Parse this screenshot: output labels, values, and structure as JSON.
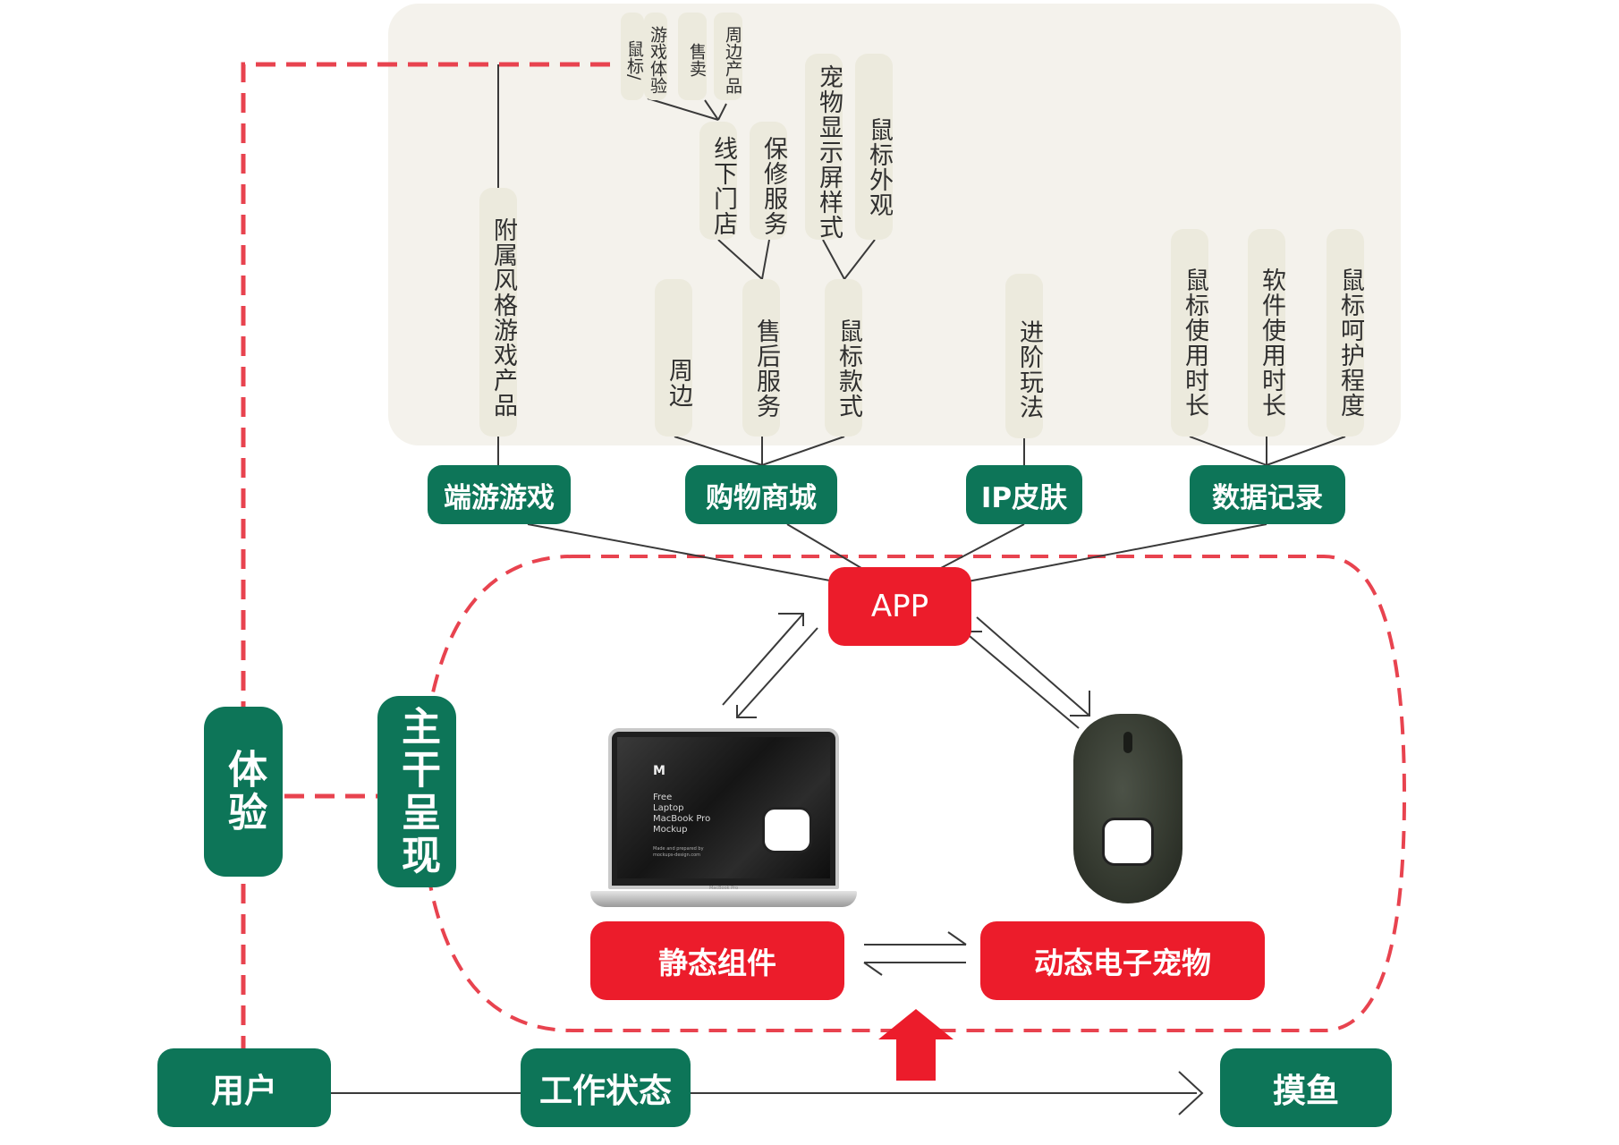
{
  "top_panel": {
    "leaf_labels": {
      "mouse_slash": "鼠标/",
      "game_experience": "游戏体验",
      "sale": "售卖",
      "merch_products": "周边产品",
      "offline_store": "线下门店",
      "warranty_service": "保修服务",
      "pet_display_style": "宠物显示屏样式",
      "mouse_appearance": "鼠标外观",
      "affiliated_game_products": "附属风格游戏产品",
      "merch": "周边",
      "after_sales_service": "售后服务",
      "mouse_models": "鼠标款式",
      "advanced_play": "进阶玩法",
      "mouse_usage_time": "鼠标使用时长",
      "software_usage_time": "软件使用时长",
      "mouse_care_level": "鼠标呵护程度"
    }
  },
  "categories": {
    "client_game": "端游游戏",
    "shopping_mall": "购物商城",
    "ip_skin": "IP皮肤",
    "data_record": "数据记录"
  },
  "core": {
    "app": "APP",
    "static_widget": "静态组件",
    "dynamic_pet": "动态电子宠物"
  },
  "side": {
    "experience": "体验",
    "trunk_presentation": "主干呈现"
  },
  "bottom": {
    "user": "用户",
    "work_state": "工作状态",
    "slacking": "摸鱼"
  },
  "laptop_screen": {
    "logo": "M",
    "title_lines": [
      "Free",
      "Laptop",
      "MacBook Pro",
      "Mockup"
    ],
    "small_lines": [
      "Made and prepared by",
      "mockups-design.com"
    ],
    "model": "MacBook Pro"
  },
  "colors": {
    "green": "#0d7558",
    "red": "#ec1c2b",
    "dashed_red": "#e8434f",
    "panel": "#f4f2ec",
    "pill": "#eceadd",
    "line": "#3a3a3a"
  }
}
